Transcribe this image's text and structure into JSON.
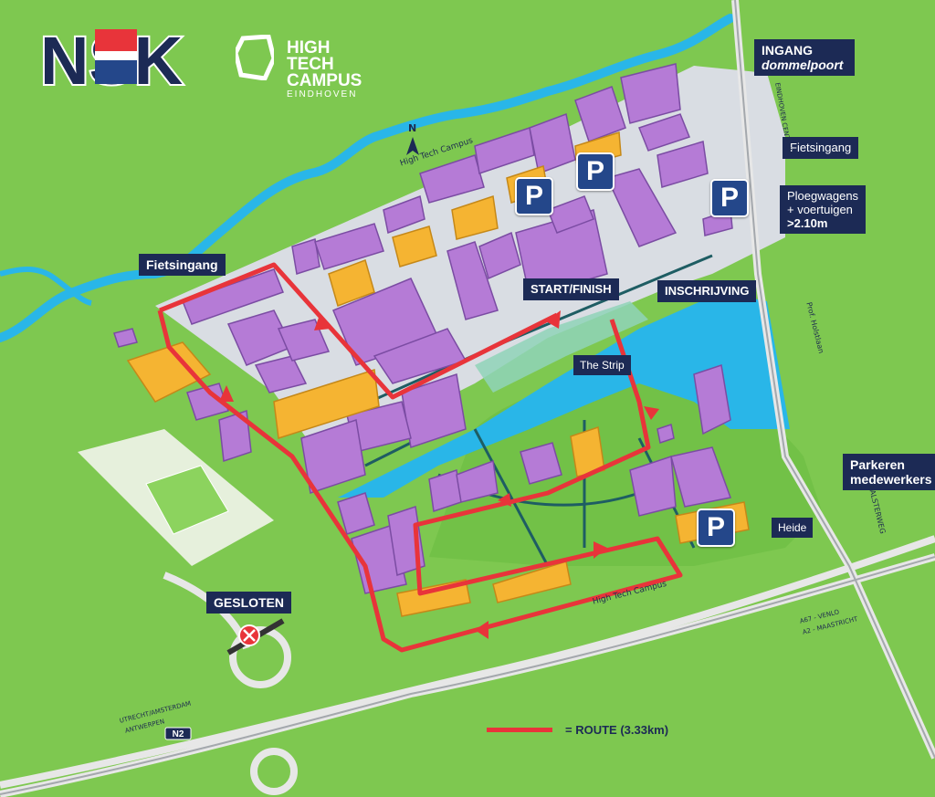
{
  "logos": {
    "nsk": "NSK",
    "htc_line1": "HIGH TECH",
    "htc_line2": "CAMPUS",
    "htc_line3": "EINDHOVEN"
  },
  "labels": {
    "ingang": "INGANG",
    "dommelpoort": "dommelpoort",
    "fietsingang_east": "Fietsingang",
    "ploegwagens_1": "Ploegwagens",
    "ploegwagens_2": "+ voertuigen",
    "ploegwagens_3": ">2.10m",
    "fietsingang_west": "Fietsingang",
    "start_finish": "START/FINISH",
    "inschrijving": "INSCHRIJVING",
    "the_strip": "The Strip",
    "parkeren_1": "Parkeren",
    "parkeren_2": "medewerkers",
    "heide": "Heide",
    "gesloten": "GESLOTEN"
  },
  "parking": {
    "symbol": "P"
  },
  "map_text": {
    "north": "N",
    "street_north": "High Tech Campus",
    "street_south": "High Tech Campus",
    "eindhoven_centrum": "EINDHOVEN CENTRUM",
    "prof_holstlaan": "Prof. Holstlaan",
    "aalsterweg": "AALSTERWEG",
    "a67": "A67 - VENLO",
    "a2": "A2 - MAASTRICHT",
    "utrecht": "UTRECHT/AMSTERDAM",
    "antwerpen": "ANTWERPEN",
    "n2": "N2"
  },
  "legend": {
    "text": "=  ROUTE  (3.33km)"
  },
  "colors": {
    "grass": "#7ec850",
    "water": "#29b6e8",
    "campus": "#d9dde3",
    "building": "#b57bd6",
    "building_highlight": "#f5b432",
    "route": "#e8343a",
    "label_bg": "#1c2a55",
    "parking_bg": "#24478a"
  }
}
